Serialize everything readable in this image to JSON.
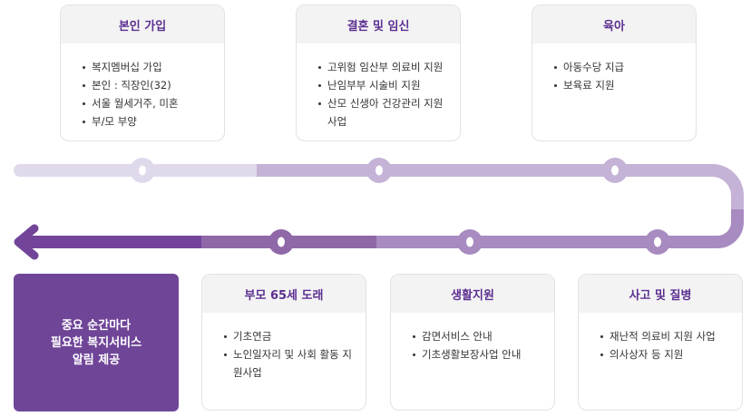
{
  "stages_top": [
    {
      "title": "본인 가입",
      "items": [
        "복지멤버십 가입",
        "본인 : 직장인(32)",
        "서울 월세거주, 미혼",
        "부/모 부양"
      ]
    },
    {
      "title": "결혼 및 임신",
      "items": [
        "고위험 임산부 의료비 지원",
        "난임부부 시술비 지원",
        "산모 신생아 건강관리 지원 사업"
      ]
    },
    {
      "title": "육아",
      "items": [
        "아동수당 지급",
        "보육료 지원"
      ]
    }
  ],
  "stages_bottom": [
    {
      "title": "부모 65세 도래",
      "items": [
        "기초연금",
        "노인일자리 및 사회 활동 지원사업"
      ]
    },
    {
      "title": "생활지원",
      "items": [
        "감면서비스 안내",
        "기초생활보장사업 안내"
      ]
    },
    {
      "title": "사고 및 질병",
      "items": [
        "재난적 의료비 지원 사업",
        "의사상자 등 지원"
      ]
    }
  ],
  "highlight": {
    "lines": [
      "중요 순간마다",
      "필요한 복지서비스",
      "알림 제공"
    ]
  },
  "colors": {
    "accent": "#6f4598",
    "track_light": "#e0d9ec",
    "track_mid": "#c4b3d6",
    "track_bottom": "#a88bc1"
  }
}
